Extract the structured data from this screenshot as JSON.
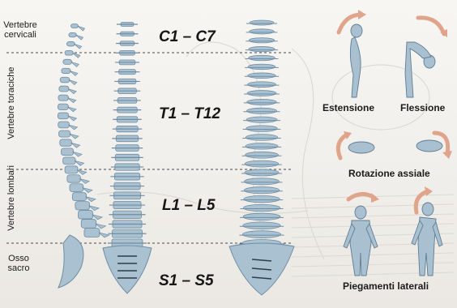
{
  "regions": {
    "cervical": "Vertebre cervicali",
    "thoracic": "Vertebre toraciche",
    "lumbar": "Vertebre lombari",
    "sacral_line1": "Osso",
    "sacral_line2": "sacro"
  },
  "ranges": {
    "cervical": "C1 – C7",
    "thoracic": "T1 – T12",
    "lumbar": "L1 – L5",
    "sacral": "S1 – S5"
  },
  "movements": {
    "extension": "Estensione",
    "flexion": "Flessione",
    "rotation": "Rotazione assiale",
    "lateral": "Piegamenti laterali"
  },
  "colors": {
    "bone": "#a9c1d1",
    "bone_dark": "#6f8da3",
    "arrow": "#e0a48b",
    "dash": "#4a4a4a"
  }
}
